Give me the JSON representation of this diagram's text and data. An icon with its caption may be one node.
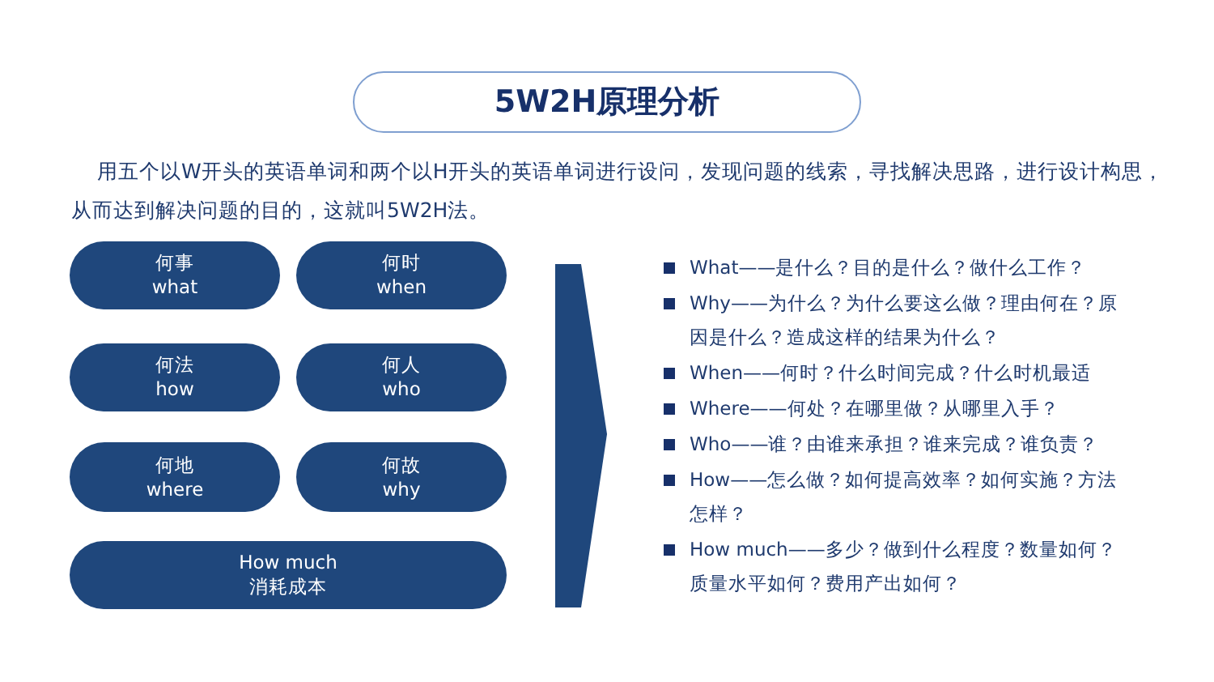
{
  "diagram": {
    "title": "5W2H原理分析",
    "nodes": [
      {
        "text": [
          "何事",
          "what"
        ]
      },
      {
        "text": [
          "何时",
          "when"
        ]
      },
      {
        "text": [
          "何法",
          "how"
        ]
      },
      {
        "text": [
          "何人",
          "who"
        ]
      },
      {
        "text": [
          "何地",
          "where"
        ]
      },
      {
        "text": [
          "何故",
          "why"
        ]
      },
      {
        "text": [
          "How much",
          "消耗成本"
        ]
      }
    ],
    "edges": [],
    "labels": [
      "用五个以W开头的英语单词和两个以H开头的英语单词进行设问，发现问题的线索，寻找解决思路，进行设计构思，从而达到解决问题的目的，这就叫5W2H法。",
      "What——是什么？目的是什么？做什么工作？",
      "Why——为什么？为什么要这么做？理由何在？原因是什么？造成这样的结果为什么？",
      "When——何时？什么时间完成？什么时机最适",
      "Where——何处？在哪里做？从哪里入手？",
      "Who——谁？由谁来承担？谁来完成？谁负责？",
      "How——怎么做？如何提高效率？如何实施？方法怎样？",
      "How much——多少？做到什么程度？数量如何？质量水平如何？费用产出如何？"
    ]
  }
}
